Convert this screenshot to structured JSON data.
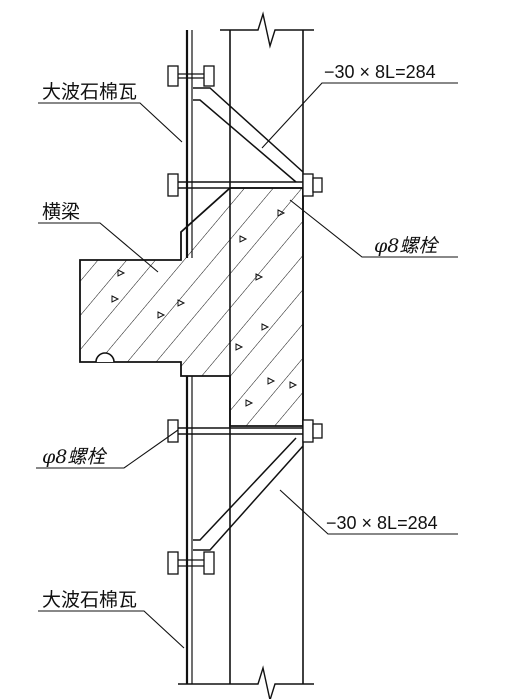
{
  "labels": {
    "sheet_top": "大波石棉瓦",
    "beam": "横梁",
    "bolt_right": "φ8螺栓",
    "bolt_left": "φ8螺栓",
    "sheet_bottom": "大波石棉瓦",
    "plate_top": "−30 × 8L=284",
    "plate_bottom": "−30 × 8L=284"
  },
  "colors": {
    "line": "#111111",
    "background": "#ffffff"
  }
}
